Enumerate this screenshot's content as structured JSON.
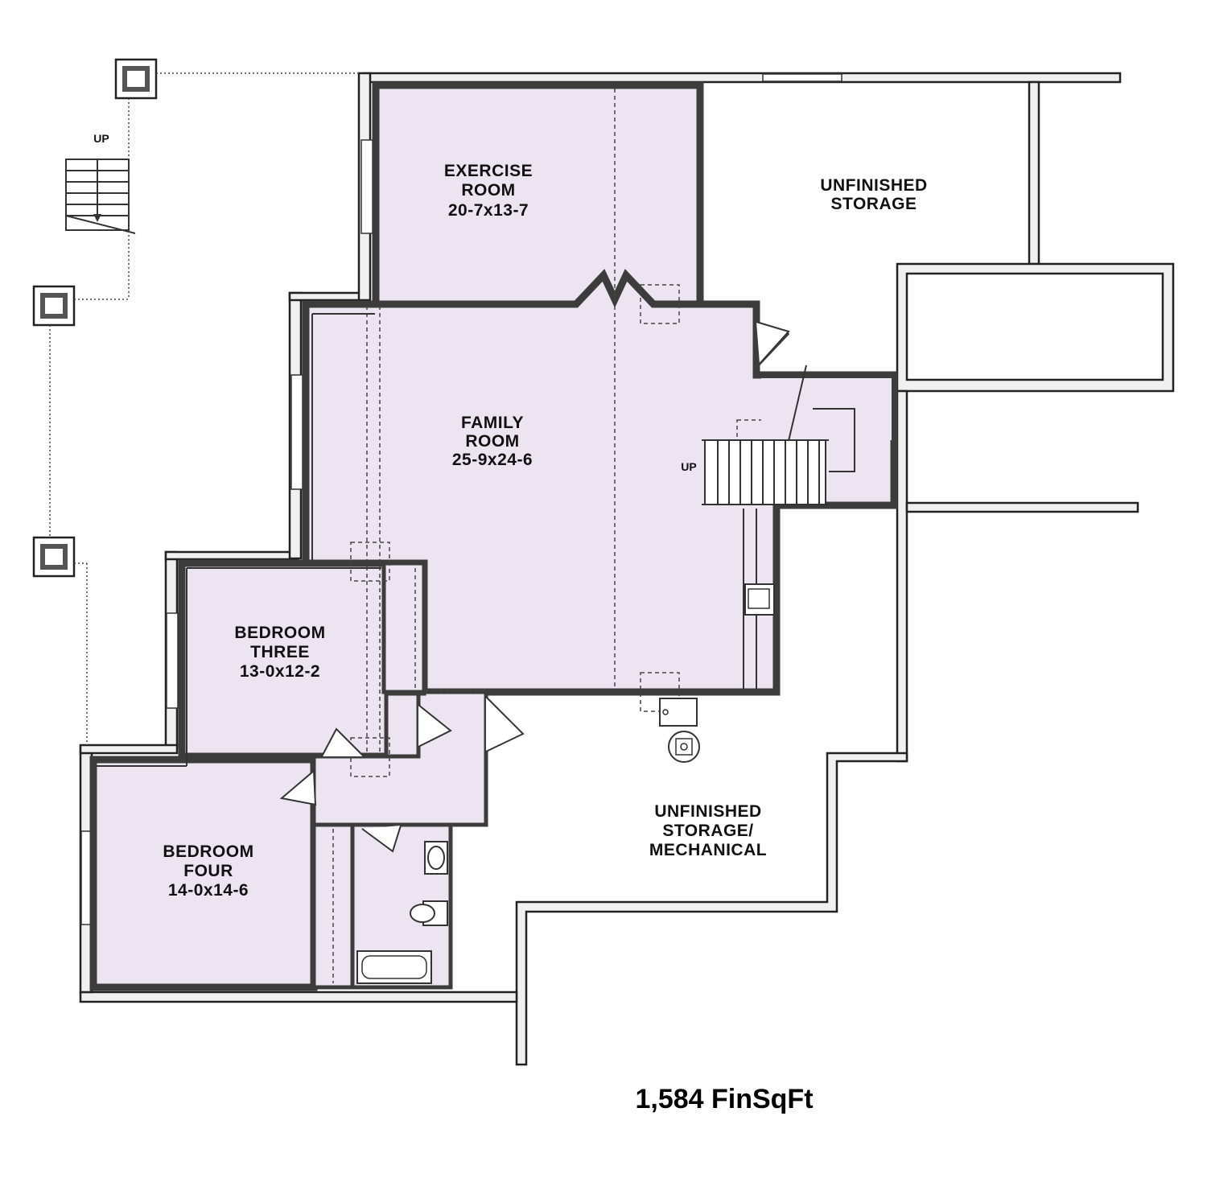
{
  "rooms": {
    "exercise": {
      "line1": "EXERCISE",
      "line2": "ROOM",
      "dims": "20-7x13-7"
    },
    "family": {
      "line1": "FAMILY",
      "line2": "ROOM",
      "dims": "25-9x24-6"
    },
    "bedroom_three": {
      "line1": "BEDROOM",
      "line2": "THREE",
      "dims": "13-0x12-2"
    },
    "bedroom_four": {
      "line1": "BEDROOM",
      "line2": "FOUR",
      "dims": "14-0x14-6"
    },
    "unfinished_storage": {
      "line1": "UNFINISHED",
      "line2": "STORAGE"
    },
    "mechanical": {
      "line1": "UNFINISHED",
      "line2": "STORAGE/",
      "line3": "MECHANICAL"
    }
  },
  "stairs": {
    "exterior_label": "UP",
    "interior_label": "UP"
  },
  "summary": {
    "finished_sqft": "1,584 FinSqFt"
  },
  "colors": {
    "room_fill": "#ede4f1",
    "wall": "#3c3c3c",
    "foundation": "#f0f0f0"
  }
}
